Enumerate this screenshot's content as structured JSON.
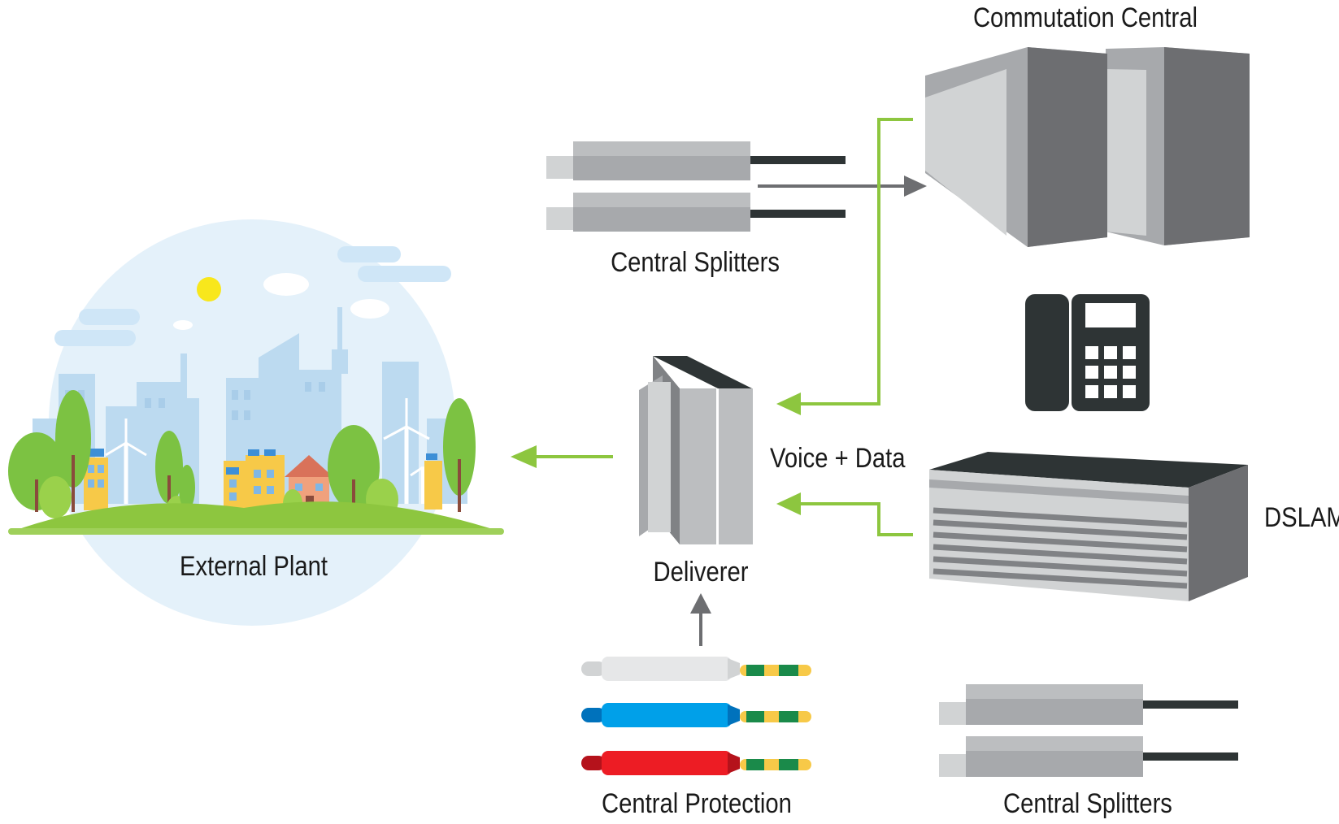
{
  "labels": {
    "commutation_central": "Commutation Central",
    "central_splitters_top": "Central Splitters",
    "external_plant": "External Plant",
    "deliverer": "Deliverer",
    "voice_data": "Voice + Data",
    "dslam": "DSLAM",
    "central_protection": "Central Protection",
    "central_splitters_bottom": "Central Splitters"
  },
  "colors": {
    "green_line": "#8dc63f",
    "gray_arrow": "#6d6e71",
    "dark": "#2e3435",
    "protection_white": "#e6e7e8",
    "protection_blue": "#00a0e9",
    "protection_red": "#ed1c24"
  },
  "icons": [
    "city-illustration",
    "splitter-icon",
    "server-tower-icon",
    "telephone-icon",
    "dslam-rack-icon",
    "distribution-frame-icon",
    "protection-plug-icon"
  ]
}
